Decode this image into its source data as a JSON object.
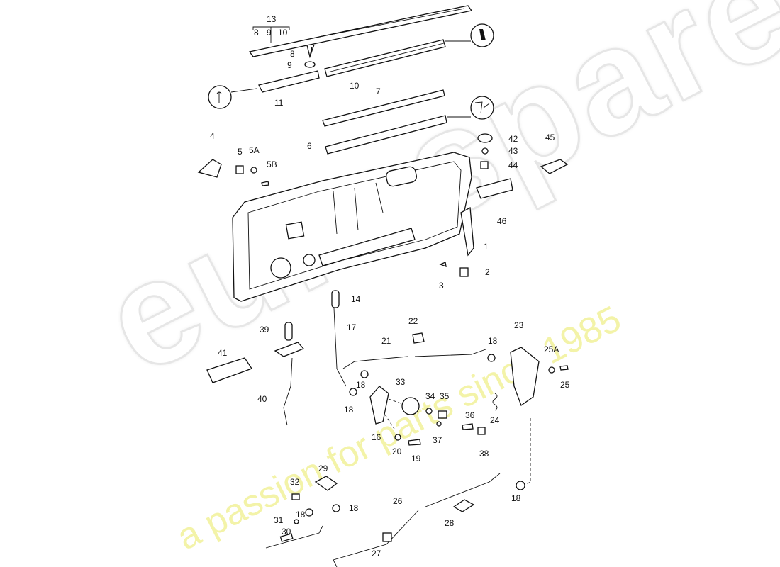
{
  "watermark": {
    "brand": "eurospares",
    "tagline": "a passion for parts since 1985"
  },
  "labels": {
    "l13": "13",
    "l8a": "8",
    "l9a": "9",
    "l10a": "10",
    "l8": "8",
    "l9": "9",
    "l10": "10",
    "l11": "11",
    "l7": "7",
    "l6": "6",
    "l4": "4",
    "l5": "5",
    "l5A": "5A",
    "l5B": "5B",
    "l42": "42",
    "l43": "43",
    "l44": "44",
    "l45": "45",
    "l46": "46",
    "l1": "1",
    "l2": "2",
    "l3": "3",
    "l14": "14",
    "l17": "17",
    "l39": "39",
    "l41": "41",
    "l40": "40",
    "l22": "22",
    "l21": "21",
    "l23": "23",
    "l18a": "18",
    "l25A": "25A",
    "l25": "25",
    "l18b": "18",
    "l18c": "18",
    "l33": "33",
    "l34": "34",
    "l35": "35",
    "l36": "36",
    "l37": "37",
    "l24": "24",
    "l38": "38",
    "l16": "16",
    "l20": "20",
    "l19": "19",
    "l29": "29",
    "l32": "32",
    "l31": "31",
    "l18d": "18",
    "l18e": "18",
    "l30": "30",
    "l26": "26",
    "l28": "28",
    "l27": "27",
    "l18f": "18"
  },
  "icons": [
    "sealant-tube-icon",
    "glue-bottle-icon",
    "grease-icon"
  ]
}
